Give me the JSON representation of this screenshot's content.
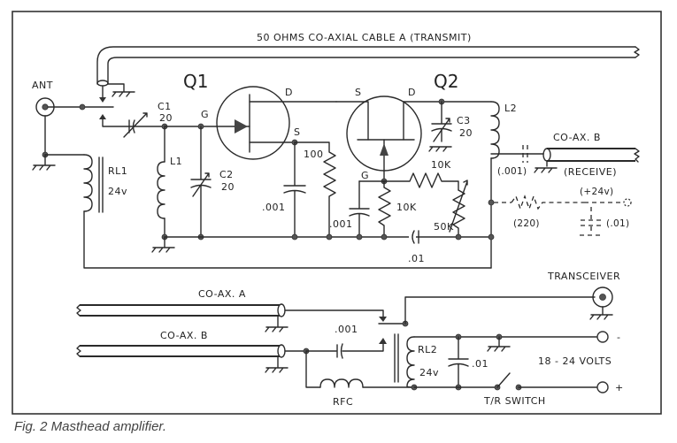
{
  "figure": {
    "caption": "Fig. 2 Masthead amplifier."
  },
  "cables": {
    "top_cable": "50  OHMS  CO-AXIAL  CABLE   A (TRANSMIT)",
    "coax_b_top": "CO-AX.  B",
    "receive": "(RECEIVE)",
    "coax_a_bottom": "CO-AX.  A",
    "coax_b_bottom": "CO-AX.  B"
  },
  "connectors": {
    "antenna": "ANT",
    "transceiver": "TRANSCEIVER"
  },
  "transistors": {
    "q1": {
      "name": "Q1",
      "gate": "G",
      "drain": "D",
      "source": "S"
    },
    "q2": {
      "name": "Q2",
      "gate": "G",
      "drain": "D",
      "source": "S"
    }
  },
  "components": {
    "c1_name": "C1",
    "c1_value": "20",
    "c2_name": "C2",
    "c2_value": "20",
    "c3_name": "C3",
    "c3_value": "20",
    "l1": "L1",
    "l2": "L2",
    "rl1_name": "RL1",
    "rl1_value": "24v",
    "rl2_name": "RL2",
    "rl2_value": "24v",
    "r_100": "100",
    "cap_001_a": ".001",
    "cap_001_b": ".001",
    "r_10k_a": "10K",
    "r_10k_b": "10K",
    "pot_50k": "50K",
    "cap_01_a": ".01",
    "cap_001_opt": "(.001)",
    "r_220_opt": "(220)",
    "supply_opt": "(+24v)",
    "cap_01_opt": "(.01)",
    "cap_001_bottom": ".001",
    "rfc": "RFC",
    "cap_01_bottom": ".01"
  },
  "power": {
    "minus": "-",
    "plus": "+",
    "voltage": "18 - 24  VOLTS",
    "switch": "T/R  SWITCH"
  }
}
